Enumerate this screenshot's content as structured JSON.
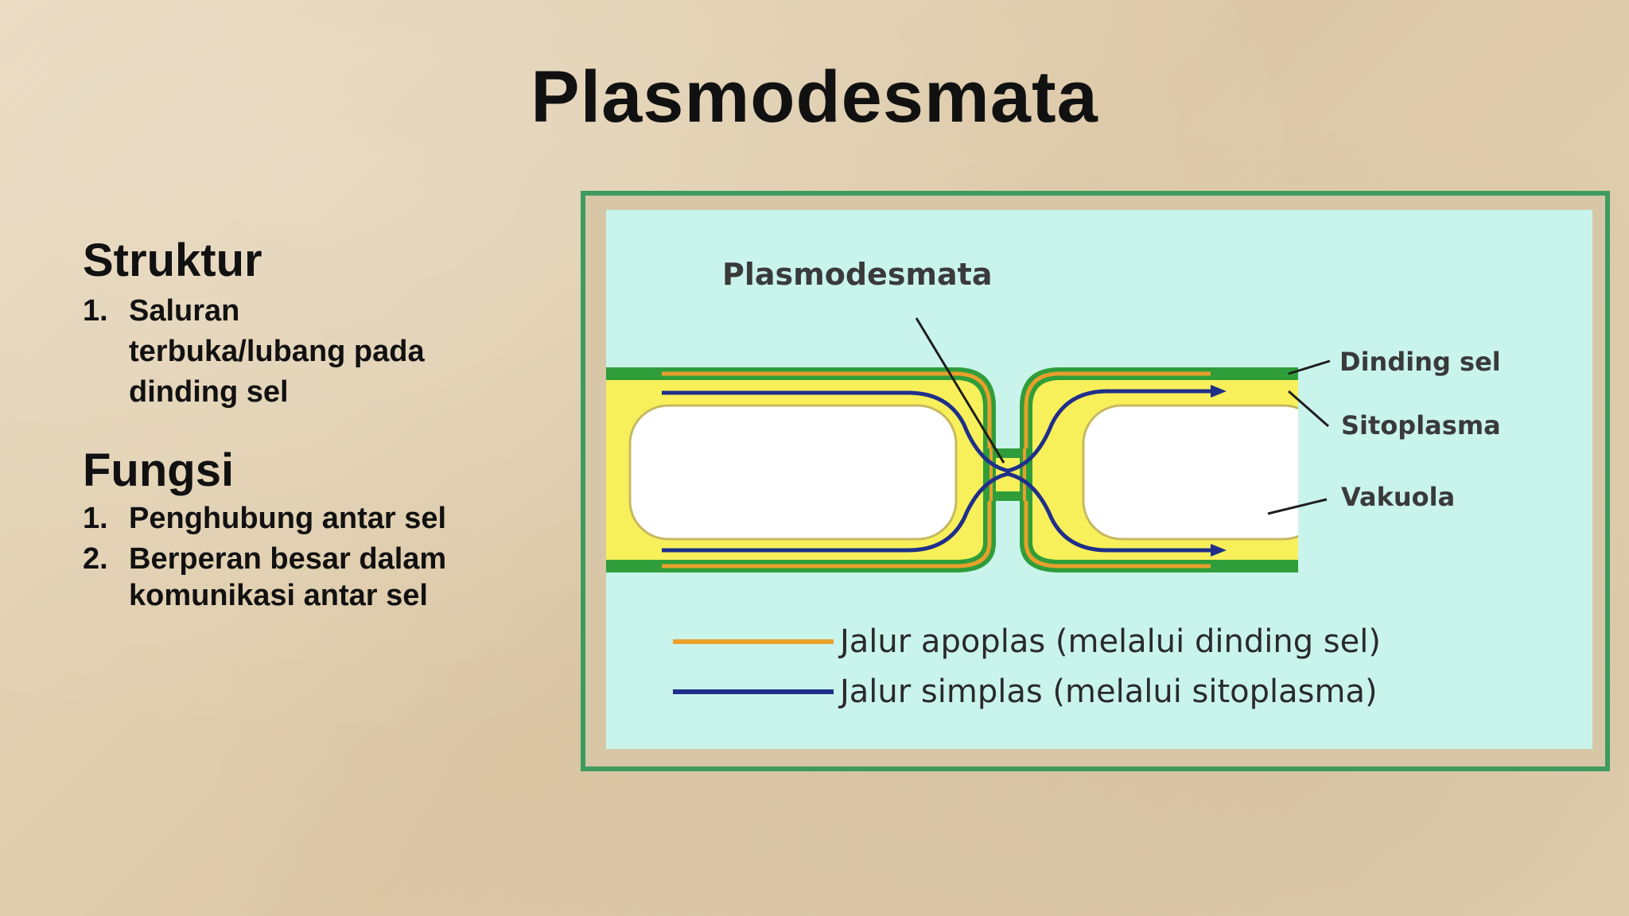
{
  "title": "Plasmodesmata",
  "struktur": {
    "heading": "Struktur",
    "items": [
      {
        "num": "1.",
        "lines": [
          "Saluran",
          "terbuka/lubang pada",
          "dinding sel"
        ]
      }
    ]
  },
  "fungsi": {
    "heading": "Fungsi",
    "items": [
      {
        "num": "1.",
        "lines": [
          "Penghubung antar sel"
        ]
      },
      {
        "num": "2.",
        "lines": [
          "Berperan besar dalam",
          "komunikasi antar sel"
        ]
      }
    ]
  },
  "diagram": {
    "labels": {
      "plasmodesmata": "Plasmodesmata",
      "dinding_sel": "Dinding sel",
      "sitoplasma": "Sitoplasma",
      "vakuola": "Vakuola"
    },
    "legend": [
      {
        "color": "#e8a02a",
        "text": "Jalur apoplas (melalui dinding sel)"
      },
      {
        "color": "#1f2f8a",
        "text": "Jalur simplas (melalui sitoplasma)"
      }
    ],
    "colors": {
      "cell_wall": "#2f9e3a",
      "cytoplasm": "#f7f05a",
      "vacuole": "#ffffff",
      "background": "#c9f4ec",
      "apoplast": "#e8a02a",
      "symplast": "#1f2f8a"
    }
  }
}
